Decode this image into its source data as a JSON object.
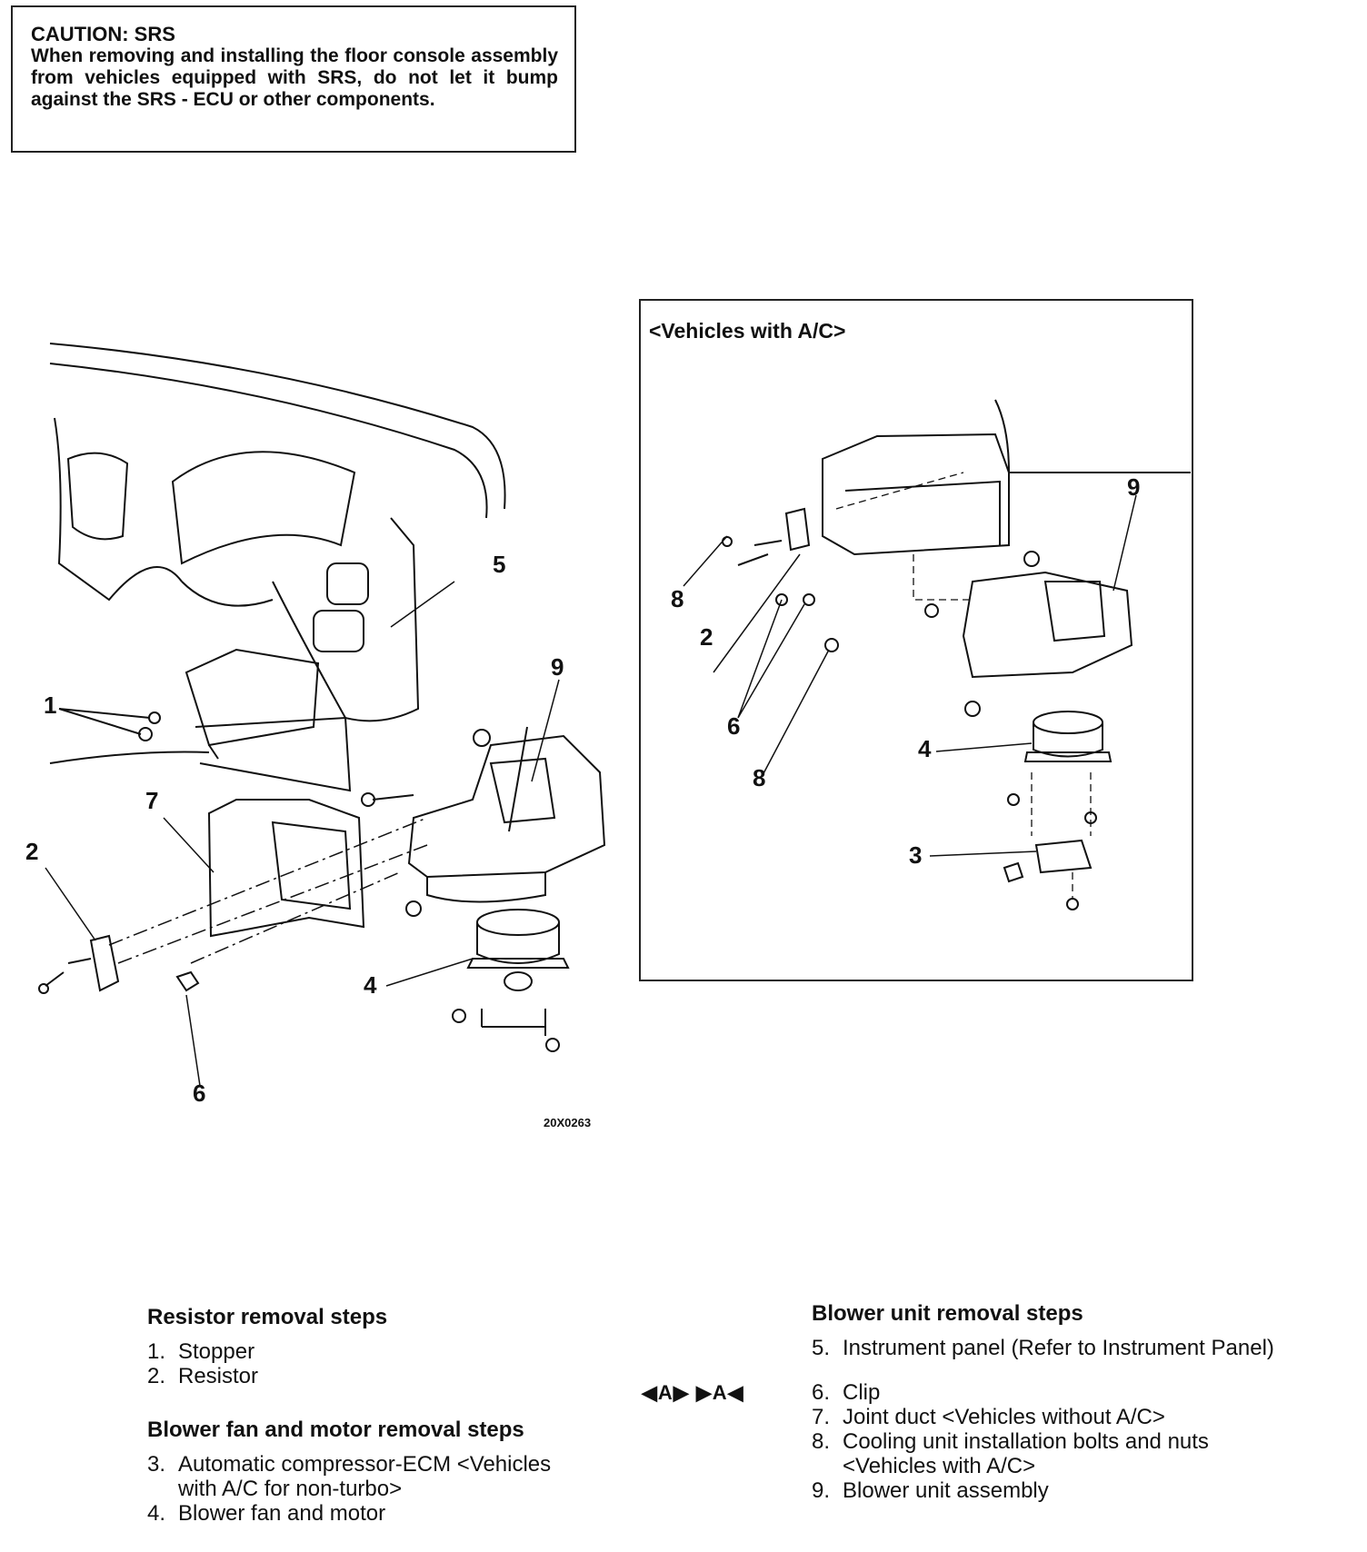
{
  "caution": {
    "title": "CAUTION: SRS",
    "body": "When removing and installing the floor console assembly from vehicles equipped with SRS, do not let it bump against the SRS - ECU or other components."
  },
  "figure": {
    "code": "20X0263",
    "main_callouts": [
      "1",
      "2",
      "4",
      "5",
      "6",
      "7",
      "9"
    ],
    "inset": {
      "title": "<Vehicles with A/C>",
      "callouts": [
        "2",
        "3",
        "4",
        "6",
        "8",
        "8",
        "9"
      ]
    }
  },
  "procedures": {
    "resistor": {
      "heading": "Resistor removal steps",
      "steps": [
        {
          "num": "1.",
          "text": "Stopper"
        },
        {
          "num": "2.",
          "text": "Resistor"
        }
      ]
    },
    "blower_fan": {
      "heading": "Blower fan and motor removal steps",
      "steps": [
        {
          "num": "3.",
          "text": "Automatic compressor-ECM <Vehicles with A/C for non-turbo>"
        },
        {
          "num": "4.",
          "text": "Blower fan and motor"
        }
      ]
    },
    "blower_unit": {
      "heading": "Blower unit removal steps",
      "steps": [
        {
          "num": "5.",
          "text": "Instrument panel (Refer to Instrument Panel)"
        },
        {
          "num": "6.",
          "text": "Clip"
        },
        {
          "num": "7.",
          "text": "Joint duct <Vehicles without A/C>"
        },
        {
          "num": "8.",
          "text": "Cooling unit installation bolts and nuts <Vehicles with A/C>"
        },
        {
          "num": "9.",
          "text": "Blower unit assembly"
        }
      ],
      "reference_marks": "◀A▶ ▶A◀"
    }
  }
}
